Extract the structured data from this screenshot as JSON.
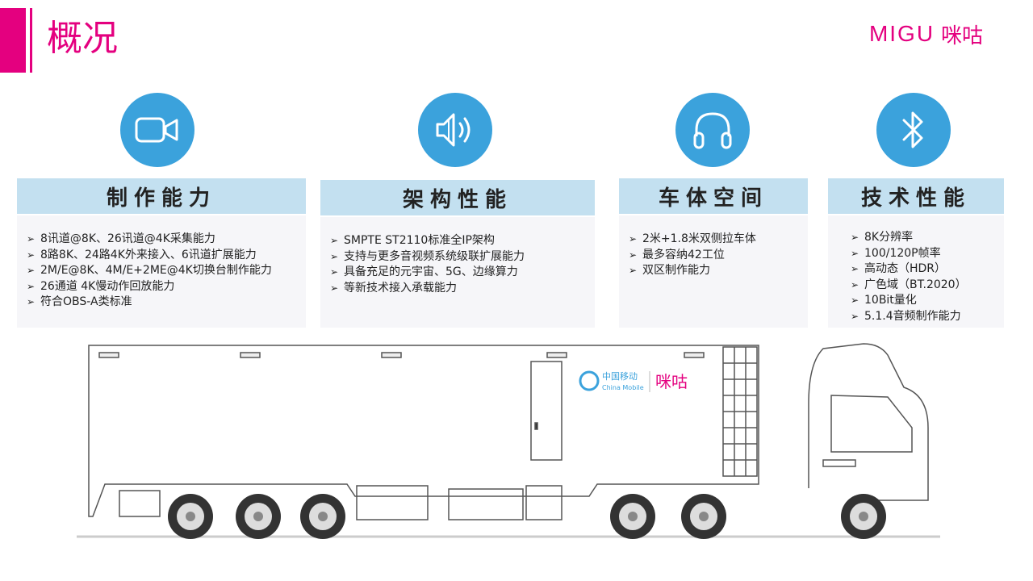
{
  "page": {
    "title": "概况"
  },
  "logo": {
    "latin": "MIGU",
    "cn": "咪咕"
  },
  "accent_color": "#e4007f",
  "icon_color": "#3ba2dc",
  "cards": [
    {
      "icon": "video-camera-icon",
      "title": "制作能力",
      "items": [
        "8讯道@8K、26讯道@4K采集能力",
        "8路8K、24路4K外来接入、6讯道扩展能力",
        "2M/E@8K、4M/E+2ME@4K切换台制作能力",
        "26通道 4K慢动作回放能力",
        "符合OBS-A类标准"
      ]
    },
    {
      "icon": "speaker-icon",
      "title": "架构性能",
      "items": [
        "SMPTE ST2110标准全IP架构",
        "支持与更多音视频系统级联扩展能力",
        "具备充足的元宇宙、5G、边缘算力",
        "等新技术接入承载能力"
      ]
    },
    {
      "icon": "headphones-icon",
      "title": "车体空间",
      "items": [
        "2米+1.8米双侧拉车体",
        "最多容纳42工位",
        "双区制作能力"
      ]
    },
    {
      "icon": "bluetooth-icon",
      "title": "技术性能",
      "items": [
        "8K分辨率",
        "100/120P帧率",
        "高动态（HDR）",
        "广色域（BT.2020）",
        "10Bit量化",
        "5.1.4音频制作能力"
      ]
    }
  ],
  "truck": {
    "brand_cn": "中国移动",
    "brand_en": "China Mobile",
    "brand_migu": "咪咕"
  }
}
